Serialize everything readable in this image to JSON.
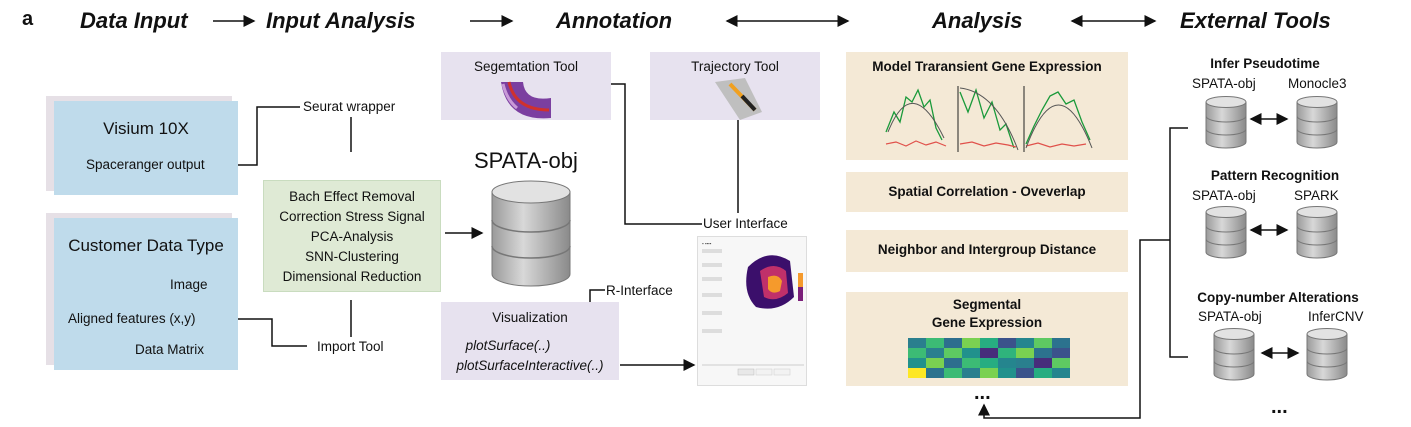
{
  "panel_letter": "a",
  "headers": {
    "data_input": "Data Input",
    "input_analysis": "Input Analysis",
    "annotation": "Annotation",
    "analysis": "Analysis",
    "external_tools": "External Tools"
  },
  "data_input": {
    "visium": {
      "title": "Visium 10X",
      "item": "Spaceranger output"
    },
    "customer": {
      "title": "Customer Data Type",
      "items": [
        "Image",
        "Aligned features (x,y)",
        "Data Matrix"
      ]
    }
  },
  "input_analysis": {
    "seurat": "Seurat wrapper",
    "import_tool": "Import Tool",
    "steps": [
      "Bach Effect Removal",
      "Correction Stress Signal",
      "PCA-Analysis",
      "SNN-Clustering",
      "Dimensional Reduction"
    ],
    "spata_obj": "SPATA-obj"
  },
  "annotation": {
    "segmentation_tool": "Segemtation Tool",
    "trajectory_tool": "Trajectory Tool",
    "user_interface": "User Interface",
    "r_interface": "R-Interface",
    "visualization": {
      "title": "Visualization",
      "fn1": "plotSurface(..)",
      "fn2": "plotSurfaceInteractive(..)"
    }
  },
  "analysis": {
    "items": [
      "Model Traransient Gene Expression",
      "Spatial Correlation - Oveverlap",
      "Neighbor and Intergroup Distance"
    ],
    "segmental": {
      "line1": "Segmental",
      "line2": "Gene Expression"
    },
    "more": "..."
  },
  "external_tools": {
    "groups": [
      {
        "title": "Infer Pseudotime",
        "left": "SPATA-obj",
        "right": "Monocle3"
      },
      {
        "title": "Pattern Recognition",
        "left": "SPATA-obj",
        "right": "SPARK"
      },
      {
        "title": "Copy-number Alterations",
        "left": "SPATA-obj",
        "right": "InferCNV"
      }
    ],
    "more": "..."
  },
  "colors": {
    "blue_box": "#bfdbeb",
    "green_box": "#dfead5",
    "lavender_box": "#e7e2ef",
    "beige_box": "#f4e9d6",
    "db_gray": "#c8c8c8"
  }
}
